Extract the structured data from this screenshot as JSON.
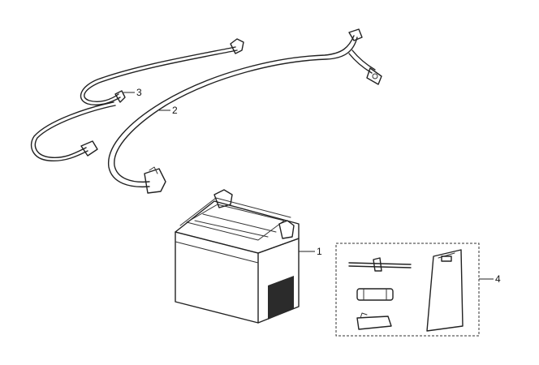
{
  "callouts": {
    "c1": "1",
    "c2": "2",
    "c3": "3",
    "c4": "4"
  },
  "parts": {
    "battery": "battery",
    "cable_main": "positive-battery-cable",
    "cable_sub": "sub-harness-cable",
    "tool_kit": "battery-tool-kit"
  }
}
